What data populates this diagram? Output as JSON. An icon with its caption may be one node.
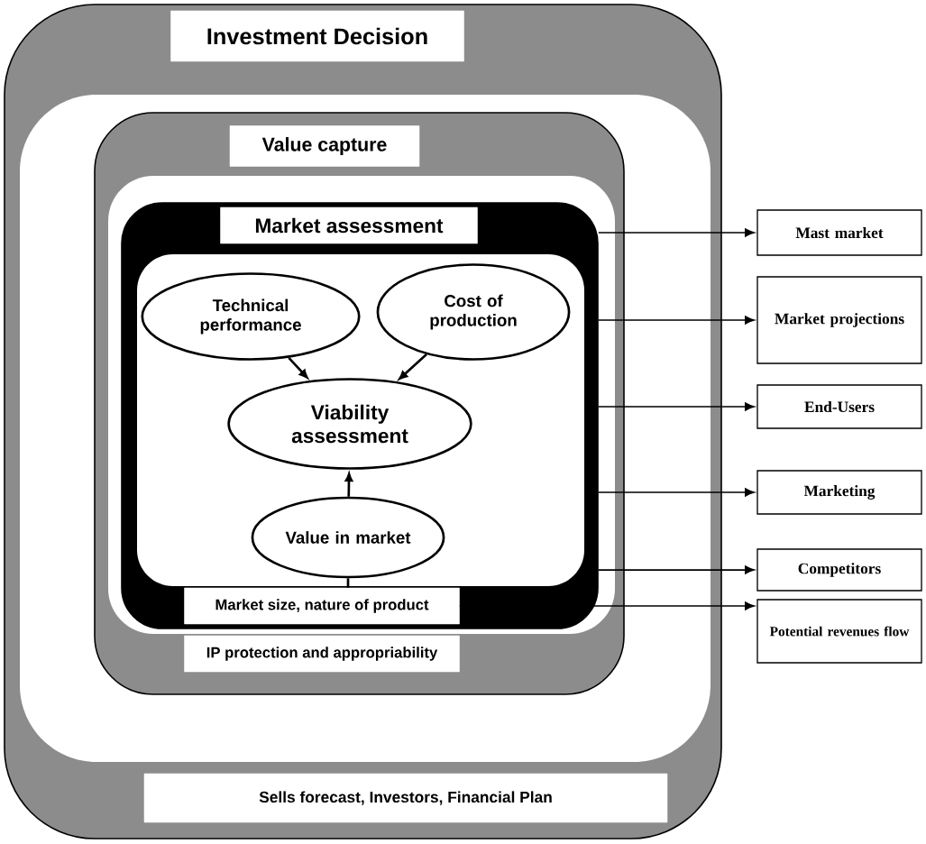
{
  "diagram": {
    "nodes": [
      {
        "text": [],
        "shape": "box"
      },
      {
        "text": [
          "Investment Decision"
        ],
        "in": 0
      },
      {
        "text": [],
        "shape": "box",
        "in": 0
      },
      {
        "text": [
          "Value capture"
        ],
        "in": 2
      },
      {
        "text": [],
        "shape": "box",
        "in": 2
      },
      {
        "text": [
          "Market assessment"
        ],
        "in": 4
      },
      {
        "text": [
          "Technical performance"
        ],
        "in": 4
      },
      {
        "text": [
          "Cost of production"
        ],
        "in": 4
      },
      {
        "text": [
          "Viability assessment"
        ],
        "in": 4
      },
      {
        "text": [
          "Value in market"
        ],
        "in": 4
      },
      {
        "text": [
          "Market size, nature of product"
        ],
        "in": 4
      },
      {
        "text": [
          "IP protection and appropriability"
        ],
        "in": 2
      },
      {
        "text": [
          "Sells forecast, Investors, Financial Plan"
        ],
        "in": 0
      },
      {
        "text": [
          "Mast market"
        ]
      },
      {
        "text": [
          "Market projections"
        ]
      },
      {
        "text": [
          "End-Users"
        ]
      },
      {
        "text": [
          "Marketing"
        ]
      },
      {
        "text": [
          "Competitors"
        ]
      },
      {
        "text": [
          "Potential revenues flow"
        ]
      }
    ],
    "edges": [
      {
        "from": 6,
        "to": 8,
        "arrow": "to"
      },
      {
        "from": 7,
        "to": 8,
        "arrow": "to"
      },
      {
        "from": 9,
        "to": 8,
        "arrow": "to"
      },
      {
        "from": 9,
        "to": 10,
        "arrow": "none"
      },
      {
        "from": 4,
        "to": 13,
        "arrow": "to"
      },
      {
        "from": 4,
        "to": 14,
        "arrow": "to"
      },
      {
        "from": 4,
        "to": 15,
        "arrow": "to"
      },
      {
        "from": 4,
        "to": 16,
        "arrow": "to"
      },
      {
        "from": 4,
        "to": 17,
        "arrow": "to"
      },
      {
        "from": 10,
        "to": 18,
        "arrow": "to"
      }
    ]
  }
}
